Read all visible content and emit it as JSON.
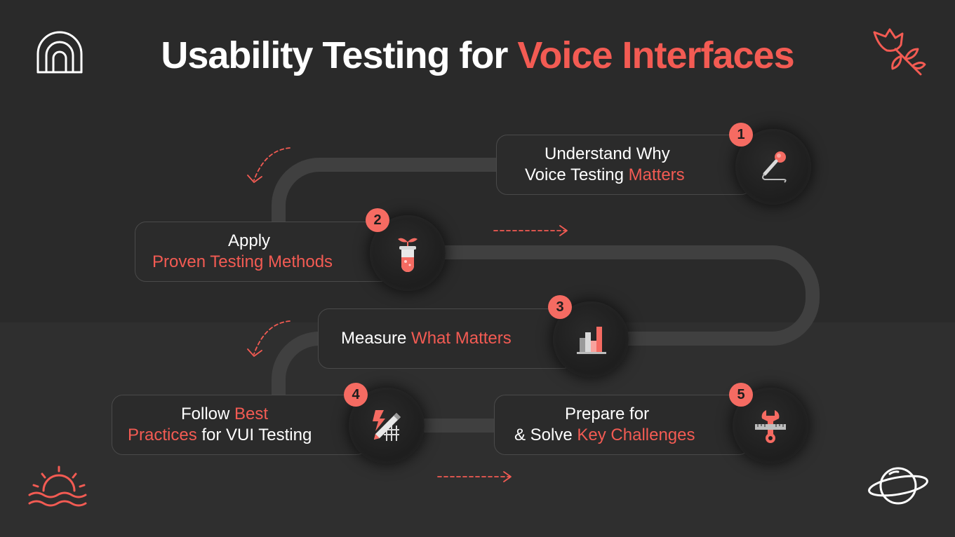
{
  "title": {
    "main": "Usability Testing for ",
    "accent": "Voice Interfaces"
  },
  "steps": [
    {
      "number": "1",
      "line1": "Understand Why",
      "line2_plain": "Voice Testing ",
      "line2_accent": "Matters",
      "icon": "microphone-icon"
    },
    {
      "number": "2",
      "line1": "Apply",
      "line2_accent": "Proven Testing Methods",
      "icon": "test-tube-icon"
    },
    {
      "number": "3",
      "line1_plain": "Measure ",
      "line1_accent": "What Matters",
      "icon": "bar-chart-icon"
    },
    {
      "number": "4",
      "line1_plain": "Follow ",
      "line1_accent": "Best",
      "line2_accent": "Practices",
      "line2_plain": " for VUI Testing",
      "icon": "design-tools-icon"
    },
    {
      "number": "5",
      "line1": "Prepare for",
      "line2_plain": "& Solve ",
      "line2_accent": "Key Challenges",
      "icon": "wrench-ruler-icon"
    }
  ],
  "colors": {
    "accent": "#f35b53",
    "badge": "#f56b62",
    "background": "#2a2a2a",
    "path": "#3f3f3f"
  }
}
